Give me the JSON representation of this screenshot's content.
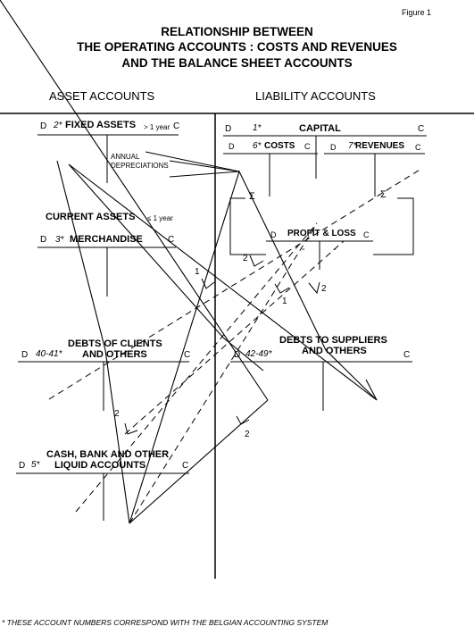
{
  "figure_label": "Figure 1",
  "title_lines": [
    "RELATIONSHIP BETWEEN",
    "THE OPERATING ACCOUNTS : COSTS AND REVENUES",
    "AND THE BALANCE SHEET ACCOUNTS"
  ],
  "columns": {
    "left": "ASSET ACCOUNTS",
    "right": "LIABILITY ACCOUNTS"
  },
  "debit": "D",
  "credit": "C",
  "accounts": {
    "fixed_assets": {
      "num": "2*",
      "label": "FIXED ASSETS",
      "note": "> 1 year"
    },
    "annual_depreciations": {
      "line1": "ANNUAL",
      "line2": "DEPRECIATIONS"
    },
    "current_assets": {
      "label": "CURRENT ASSETS",
      "note": "≤ 1 year"
    },
    "merchandise": {
      "num": "3*",
      "label": "MERCHANDISE"
    },
    "debts_clients": {
      "num": "40-41*",
      "line1": "DEBTS OF CLIENTS",
      "line2": "AND OTHERS"
    },
    "cash": {
      "num": "5*",
      "line1": "CASH, BANK AND OTHER",
      "line2": "LIQUID ACCOUNTS"
    },
    "capital": {
      "num": "1*",
      "label": "CAPITAL"
    },
    "costs": {
      "num": "6*",
      "label": "COSTS"
    },
    "revenues": {
      "num": "7*",
      "label": "REVENUES"
    },
    "profit_loss": {
      "label": "PROFIT & LOSS"
    },
    "debts_suppliers": {
      "num": "42-49*",
      "line1": "DEBTS TO SUPPLIERS",
      "line2": "AND OTHERS"
    }
  },
  "sigma": "Σ",
  "minus": "-",
  "step_labels": {
    "one": "1",
    "two": "2"
  },
  "footnote": "* THESE ACCOUNT NUMBERS CORRESPOND WITH THE BELGIAN ACCOUNTING SYSTEM"
}
